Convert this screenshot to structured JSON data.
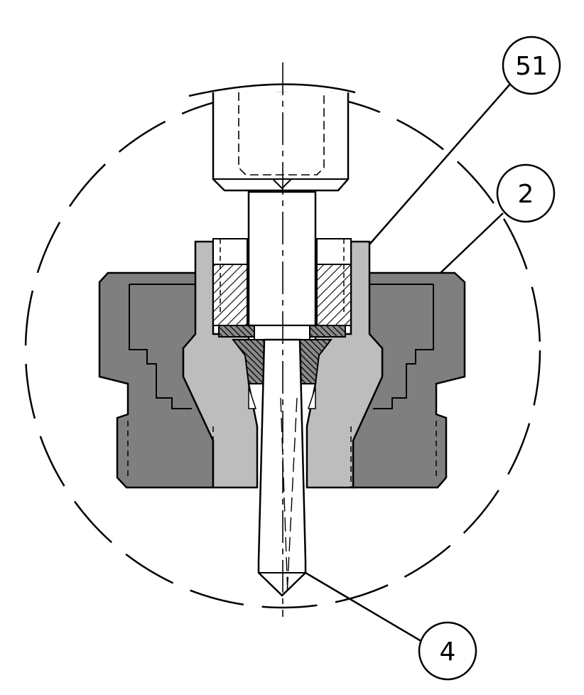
{
  "colors": {
    "background": "#ffffff",
    "line": "#000000",
    "housing": "#7f7f7f",
    "insert": "#bdbdbd",
    "seal": "#5a5a5a"
  },
  "callouts": [
    {
      "id": "51",
      "label": "51"
    },
    {
      "id": "2",
      "label": "2"
    },
    {
      "id": "4",
      "label": "4"
    }
  ]
}
